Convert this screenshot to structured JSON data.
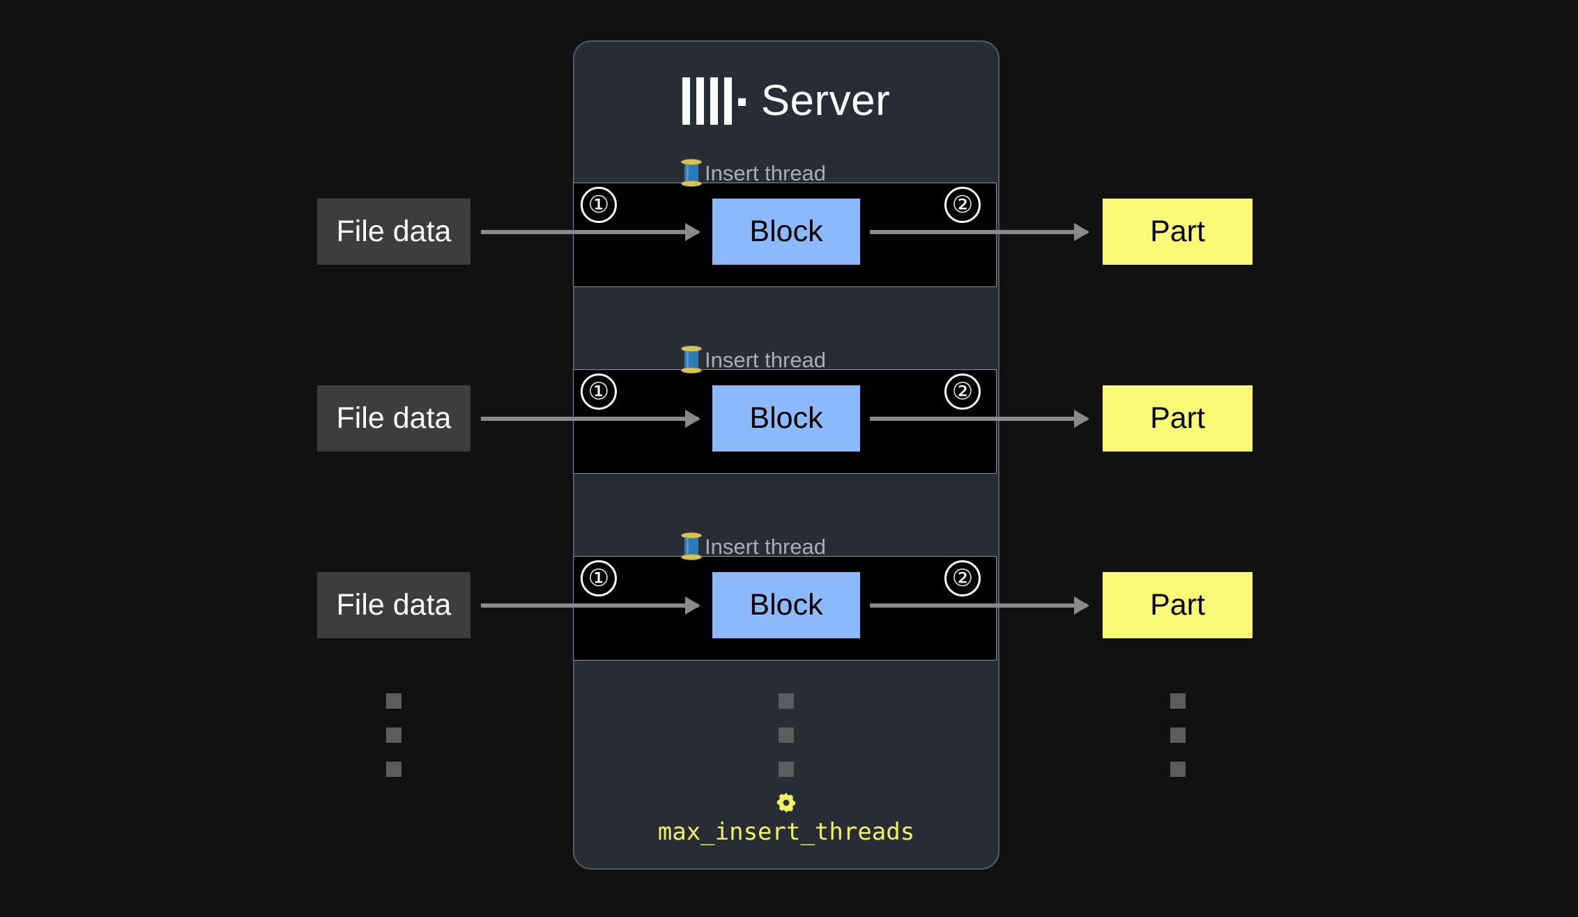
{
  "background_color": "#111111",
  "server": {
    "title": "Server",
    "logo_name": "clickhouse-logo",
    "panel_color": "#282c34",
    "border_color": "#555b66"
  },
  "thread_label": {
    "text": "Insert thread",
    "icon": "thread-spool-icon",
    "color": "#a9adb4"
  },
  "steps": {
    "one": "①",
    "two": "②"
  },
  "rows": [
    {
      "source_label": "File data",
      "block_label": "Block",
      "output_label": "Part",
      "thread_label": "Insert thread",
      "step_in": "①",
      "step_out": "②"
    },
    {
      "source_label": "File data",
      "block_label": "Block",
      "output_label": "Part",
      "thread_label": "Insert thread",
      "step_in": "①",
      "step_out": "②"
    },
    {
      "source_label": "File data",
      "block_label": "Block",
      "output_label": "Part",
      "thread_label": "Insert thread",
      "step_in": "①",
      "step_out": "②"
    }
  ],
  "colors": {
    "block": "#8cb8fc",
    "part": "#fafa78",
    "file_data": "#3d3d3d",
    "arrow": "#8a8a8a",
    "setting_text": "#f2f264",
    "ellipsis_square": "#5c5c5c"
  },
  "setting": {
    "icon": "gear-icon",
    "name": "max_insert_threads"
  },
  "ellipsis": {
    "square_count": 3
  }
}
